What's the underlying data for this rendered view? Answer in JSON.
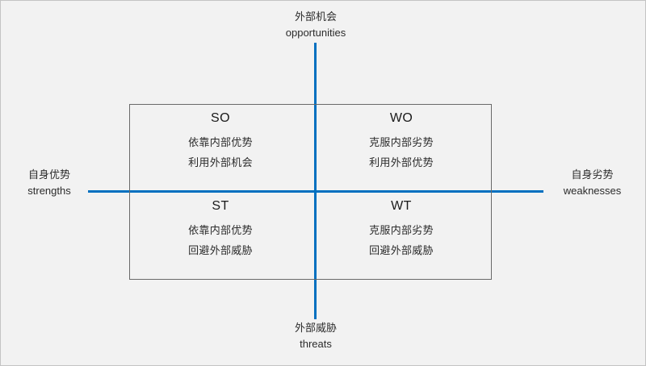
{
  "diagram": {
    "type": "swot-matrix",
    "background_color": "#f2f2f2",
    "axis_color": "#0070c0",
    "border_color": "#6a6a6a",
    "axes": {
      "top": {
        "zh": "外部机会",
        "en": "opportunities"
      },
      "bottom": {
        "zh": "外部威胁",
        "en": "threats"
      },
      "left": {
        "zh": "自身优势",
        "en": "strengths"
      },
      "right": {
        "zh": "自身劣势",
        "en": "weaknesses"
      }
    },
    "quadrants": [
      {
        "key": "so",
        "title": "SO",
        "lines": [
          "依靠内部优势",
          "利用外部机会"
        ]
      },
      {
        "key": "wo",
        "title": "WO",
        "lines": [
          "克服内部劣势",
          "利用外部优势"
        ]
      },
      {
        "key": "st",
        "title": "ST",
        "lines": [
          "依靠内部优势",
          "回避外部威胁"
        ]
      },
      {
        "key": "wt",
        "title": "WT",
        "lines": [
          "克服内部劣势",
          "回避外部威胁"
        ]
      }
    ]
  }
}
